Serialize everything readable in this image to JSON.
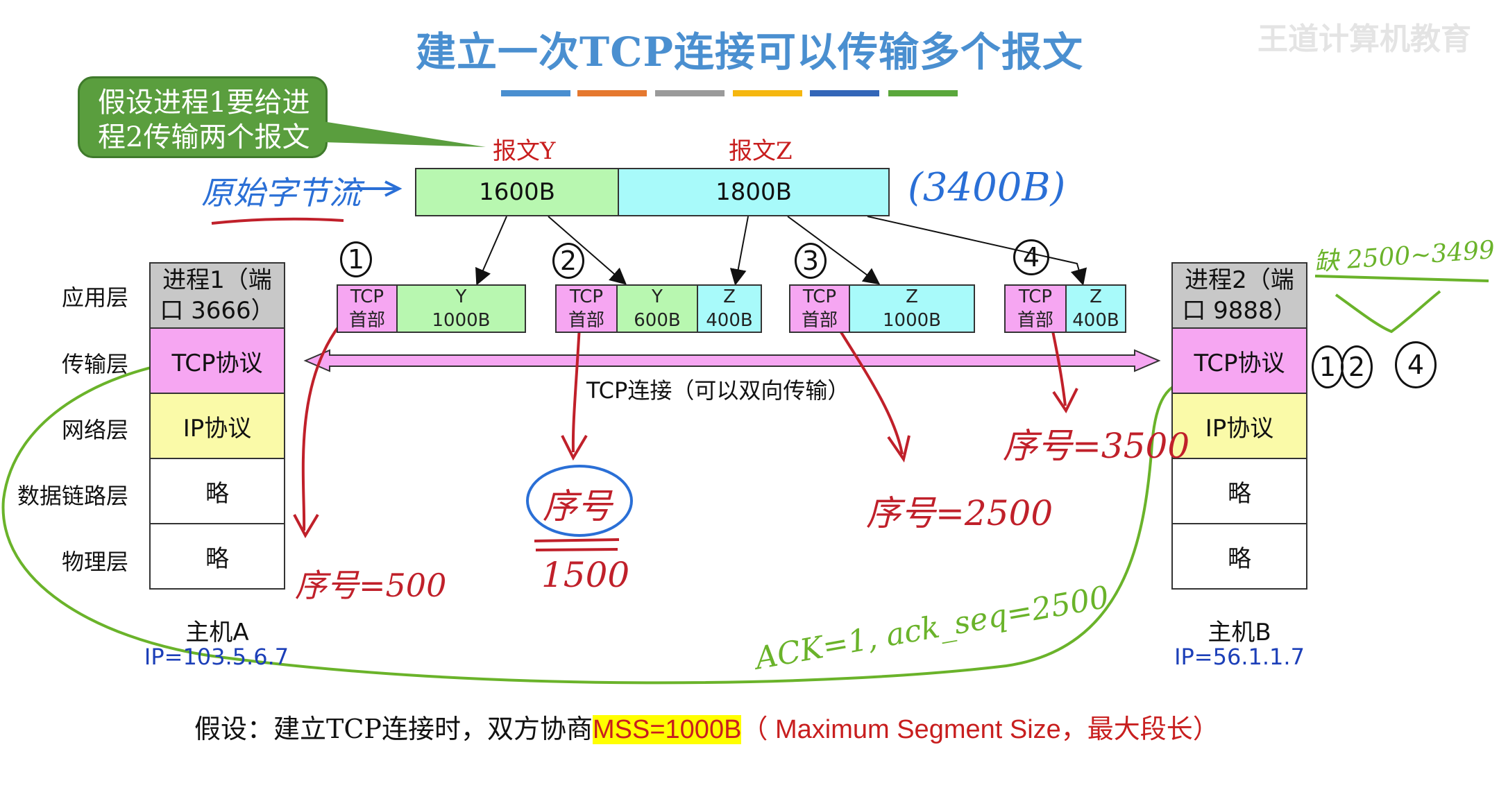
{
  "title": "建立一次TCP连接可以传输多个报文",
  "watermark": "王道计算机教育",
  "color_bars": [
    "#4a8fd0",
    "#e5782f",
    "#9a9a9a",
    "#f5b70f",
    "#3366b8",
    "#5aa73c"
  ],
  "callout": {
    "line1": "假设进程1要给进",
    "line2": "程2传输两个报文"
  },
  "messages": {
    "y_label": "报文Y",
    "z_label": "报文Z",
    "y_size": "1600B",
    "z_size": "1800B",
    "total": "(3400B)"
  },
  "stream_label": "原始字节流",
  "segments": [
    {
      "num": "1",
      "tcp": "TCP",
      "head": "首部",
      "parts": [
        {
          "name": "Y",
          "size": "1000B"
        }
      ],
      "seq": "序号=500"
    },
    {
      "num": "2",
      "tcp": "TCP",
      "head": "首部",
      "parts": [
        {
          "name": "Y",
          "size": "600B"
        },
        {
          "name": "Z",
          "size": "400B"
        }
      ],
      "seq_label": "序号",
      "seq_value": "1500"
    },
    {
      "num": "3",
      "tcp": "TCP",
      "head": "首部",
      "parts": [
        {
          "name": "Z",
          "size": "1000B"
        }
      ],
      "seq": "序号=2500"
    },
    {
      "num": "4",
      "tcp": "TCP",
      "head": "首部",
      "parts": [
        {
          "name": "Z",
          "size": "400B"
        }
      ],
      "seq": "序号=3500"
    }
  ],
  "layers": [
    "应用层",
    "传输层",
    "网络层",
    "数据链路层",
    "物理层"
  ],
  "hostA": {
    "process": "进程1（端口 3666）",
    "proc_l1": "进程1（端",
    "proc_l2": "口 3666）",
    "tcp": "TCP协议",
    "ip": "IP协议",
    "dl": "略",
    "ph": "略",
    "name": "主机A",
    "addr": "IP=103.5.6.7"
  },
  "hostB": {
    "proc_l1": "进程2（端",
    "proc_l2": "口 9888）",
    "tcp": "TCP协议",
    "ip": "IP协议",
    "dl": "略",
    "ph": "略",
    "name": "主机B",
    "addr": "IP=56.1.1.7"
  },
  "connection": "TCP连接（可以双向传输）",
  "received": [
    "1",
    "2",
    "4"
  ],
  "missing": "缺 2500~3499",
  "ack": "ACK=1, ack_seq=2500",
  "note": {
    "prefix": "假设：建立TCP连接时，双方协商",
    "mss": "MSS=1000B",
    "suffix": "（ Maximum Segment Size，最大段长）"
  },
  "colors": {
    "pink": "#f6a6f2",
    "green_light": "#b8f7b0",
    "cyan": "#a8fafa",
    "yellow": "#fafaa8",
    "gray": "#c8c8c8"
  }
}
